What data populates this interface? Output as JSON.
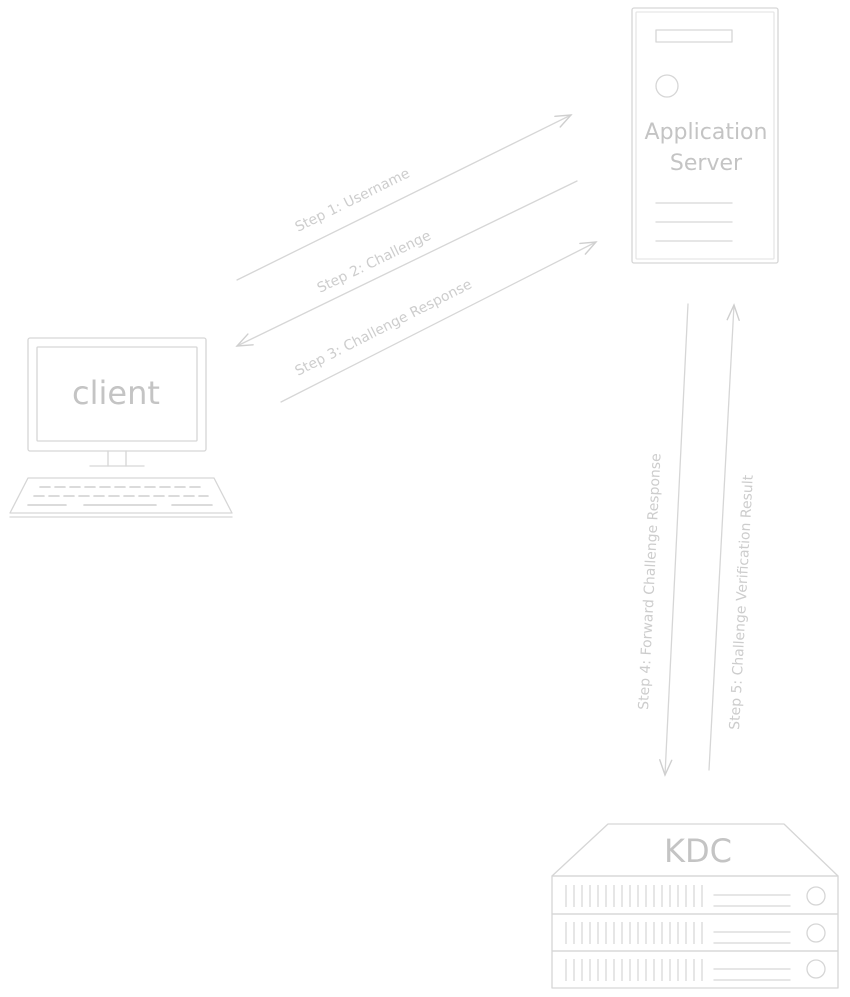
{
  "colors": {
    "stroke": "#d6d6d6",
    "text": "#c8c8c8",
    "background": "#ffffff"
  },
  "nodes": {
    "client": {
      "label": "client",
      "icon": "desktop-computer-icon"
    },
    "app_server": {
      "label_line1": "Application",
      "label_line2": "Server",
      "icon": "tower-server-icon"
    },
    "kdc": {
      "label": "KDC",
      "icon": "rack-server-icon"
    }
  },
  "steps": [
    {
      "label": "Step 1: Username"
    },
    {
      "label": "Step 2: Challenge"
    },
    {
      "label": "Step 3: Challenge Response"
    },
    {
      "label": "Step 4: Forward Challenge Response"
    },
    {
      "label": "Step 5: Challenge Verification Result"
    }
  ]
}
